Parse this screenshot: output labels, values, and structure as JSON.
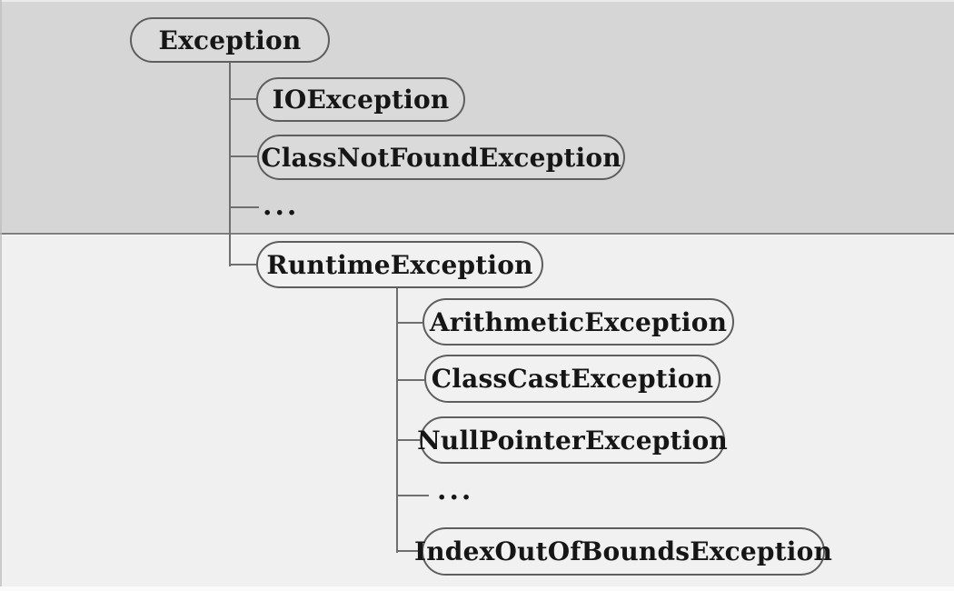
{
  "tree": {
    "root": {
      "label": "Exception"
    },
    "children": [
      {
        "label": "IOException"
      },
      {
        "label": "ClassNotFoundException"
      },
      {
        "label": "..."
      },
      {
        "label": "RuntimeException",
        "children": [
          {
            "label": "ArithmeticException"
          },
          {
            "label": "ClassCastException"
          },
          {
            "label": "NullPointerException"
          },
          {
            "label": "..."
          },
          {
            "label": "IndexOutOfBoundsException"
          }
        ]
      }
    ]
  },
  "colors": {
    "bg_top": "#d6d6d6",
    "bg_bottom": "#f0f0f0",
    "node_fill_top": "#dadada",
    "node_fill_bottom": "#f1f1f1",
    "node_border": "#5e5e5e",
    "connector": "#6f6f6f",
    "divider": "#7e7e7e",
    "text": "#161616"
  }
}
